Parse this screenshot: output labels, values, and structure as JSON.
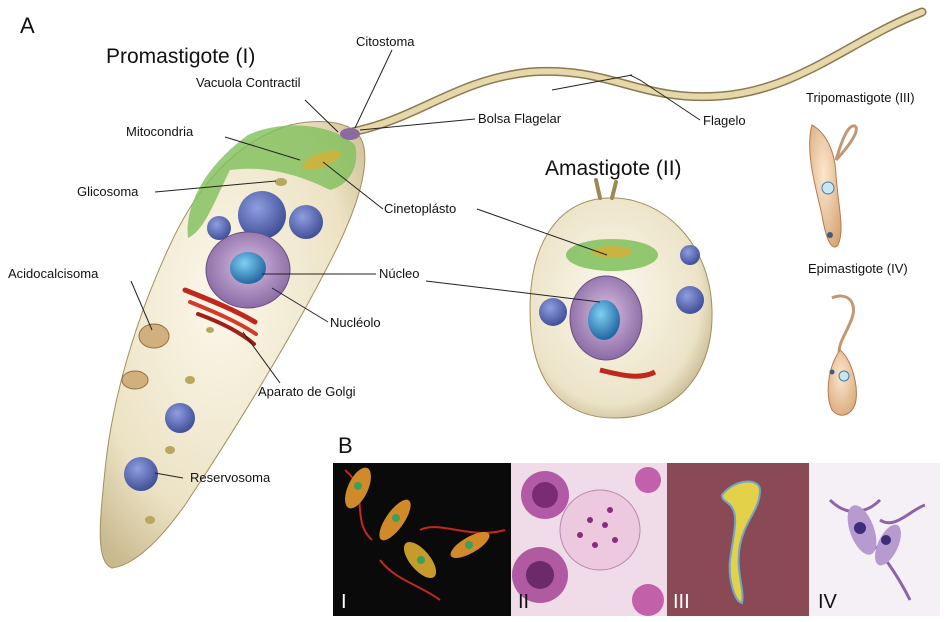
{
  "panels": {
    "a": "A",
    "b": "B"
  },
  "titles": {
    "promastigote": "Promastigote (I)",
    "amastigote": "Amastigote (II)",
    "tripomastigote": "Tripomastigote (III)",
    "epimastigote": "Epimastigote (IV)"
  },
  "labels": {
    "citostoma": "Citostoma",
    "vacuola": "Vacuola Contractil",
    "bolsa": "Bolsa Flagelar",
    "flagelo": "Flagelo",
    "mitocondria": "Mitocondria",
    "glicosoma": "Glicosoma",
    "cinetoplasto": "Cinetoplásto",
    "acidocalcisoma": "Acidocalcisoma",
    "nucleo": "Núcleo",
    "nucleolo": "Nucléolo",
    "golgi": "Aparato de Golgi",
    "reservosoma": "Reservosoma"
  },
  "micrographs": [
    "I",
    "II",
    "III",
    "IV"
  ],
  "colors": {
    "cell_body": "#efe7cf",
    "flagellum": "#e2d4a6",
    "mitochondria": "#7fbf5a",
    "reservosome": "#5565b0",
    "nucleus": "#b08ec4",
    "nucleolus": "#2f8fcf",
    "golgi": "#c0281e",
    "micro_fluorescence_bg": "#0a0a0a",
    "micro_giemsa_bg": "#f0dbe8",
    "micro_sem_bg": "#8a4a55",
    "micro_giemsa2_bg": "#f5f0f6"
  }
}
